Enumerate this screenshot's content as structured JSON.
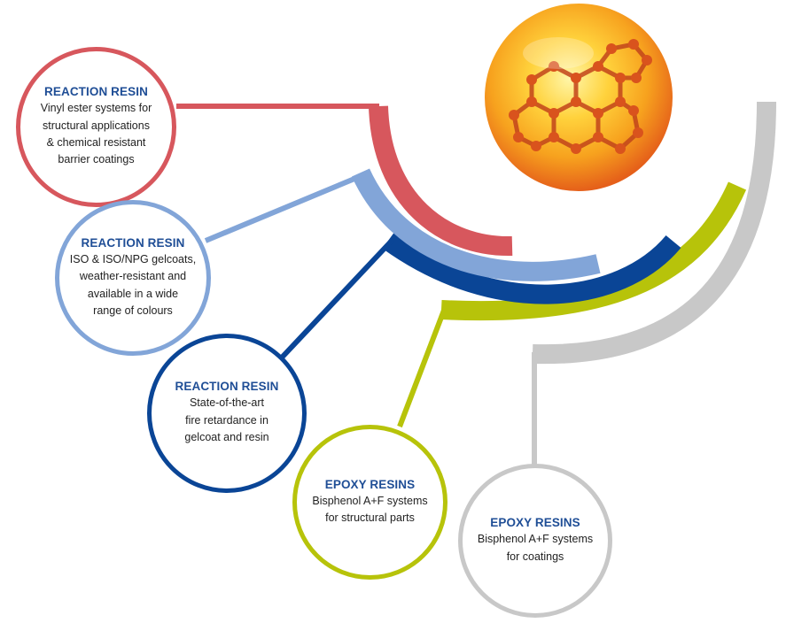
{
  "nodes": [
    {
      "title": "REACTION RESIN",
      "lines": [
        "Vinyl ester systems for",
        "structural applications",
        "& chemical resistant",
        "barrier coatings"
      ],
      "color": "#d7575d"
    },
    {
      "title": "REACTION RESIN",
      "lines": [
        "ISO & ISO/NPG gelcoats,",
        "weather-resistant and",
        "available in a wide",
        "range of colours"
      ],
      "color": "#82a5d8"
    },
    {
      "title": "REACTION RESIN",
      "lines": [
        "State-of-the-art",
        "fire retardance in",
        "gelcoat and resin"
      ],
      "color": "#0a4596"
    },
    {
      "title": "EPOXY RESINS",
      "lines": [
        "Bisphenol A+F systems",
        "for structural parts"
      ],
      "color": "#b7c30a"
    },
    {
      "title": "EPOXY RESINS",
      "lines": [
        "Bisphenol A+F systems",
        "for coatings"
      ],
      "color": "#c8c8c8"
    }
  ],
  "image": {
    "name": "molecule-sphere"
  }
}
